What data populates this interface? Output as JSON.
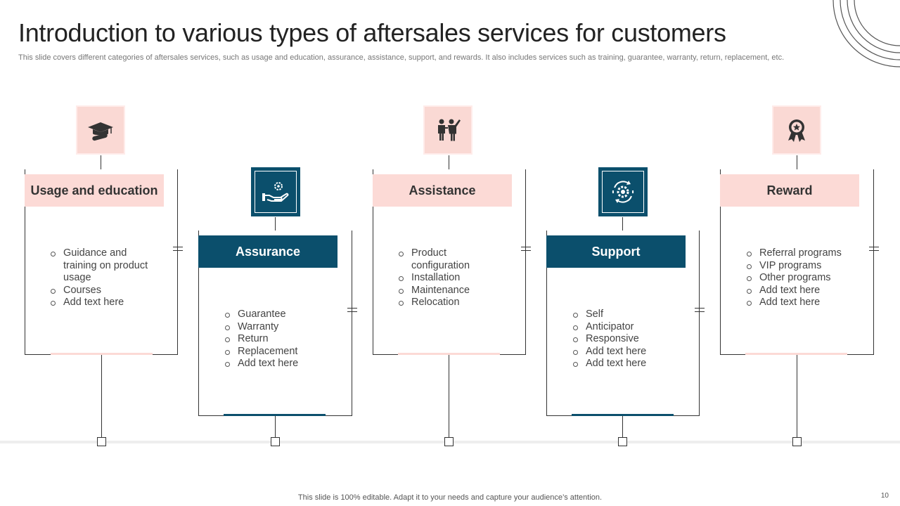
{
  "page": {
    "title": "Introduction to various types of aftersales services for customers",
    "subtitle": "This slide covers different categories of aftersales services, such as usage and education, assurance, assistance, support, and rewards. It also includes services such as training, guarantee, warranty, return, replacement, etc.",
    "footer": "This slide is 100% editable. Adapt it to your needs and capture your audience’s attention.",
    "page_number": "10"
  },
  "colors": {
    "pink": "#fcdad6",
    "teal": "#0b4f6c"
  },
  "cards": [
    {
      "heading": "Usage and education",
      "icon": "graduation-cap-icon",
      "theme": "pink",
      "items": [
        "Guidance and training on product usage",
        "Courses",
        "Add text here"
      ]
    },
    {
      "heading": "Assurance",
      "icon": "hand-gear-icon",
      "theme": "teal",
      "items": [
        "Guarantee",
        "Warranty",
        "Return",
        "Replacement",
        "Add text here"
      ]
    },
    {
      "heading": "Assistance",
      "icon": "people-helping-icon",
      "theme": "pink",
      "items": [
        "Product configuration",
        "Installation",
        "Maintenance",
        "Relocation"
      ]
    },
    {
      "heading": "Support",
      "icon": "gear-cycle-icon",
      "theme": "teal",
      "items": [
        "Self",
        "Anticipator",
        "Responsive",
        "Add text here",
        "Add text here"
      ]
    },
    {
      "heading": "Reward",
      "icon": "award-badge-icon",
      "theme": "pink",
      "items": [
        "Referral programs",
        "VIP programs",
        "Other programs",
        "Add text here",
        "Add text here"
      ]
    }
  ]
}
